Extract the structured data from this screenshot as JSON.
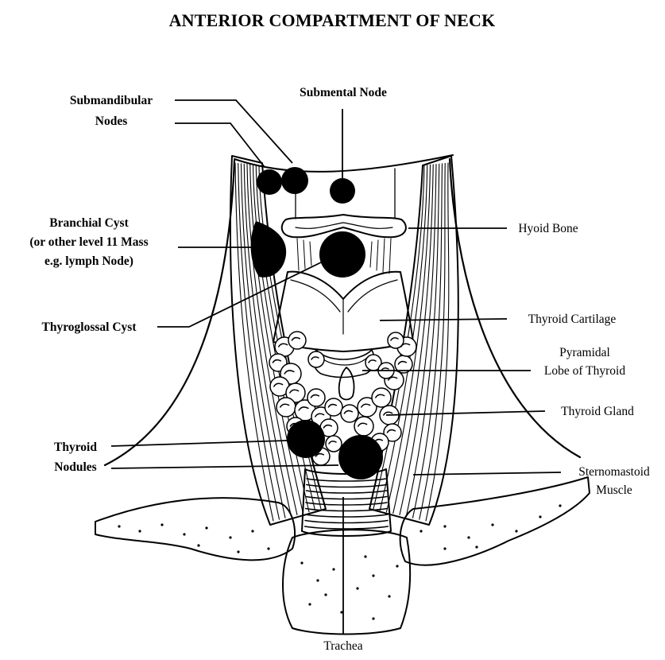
{
  "title": "ANTERIOR COMPARTMENT OF NECK",
  "labels": {
    "submandibular_1": "Submandibular",
    "submandibular_2": "Nodes",
    "submental": "Submental Node",
    "branchial_1": "Branchial Cyst",
    "branchial_2": "(or other level 11 Mass",
    "branchial_3": "e.g. lymph Node)",
    "thyroglossal": "Thyroglossal Cyst",
    "thyroid_nodules_1": "Thyroid",
    "thyroid_nodules_2": "Nodules",
    "hyoid": "Hyoid Bone",
    "thyroid_cartilage": "Thyroid Cartilage",
    "pyramidal_1": "Pyramidal",
    "pyramidal_2": "Lobe of Thyroid",
    "thyroid_gland": "Thyroid Gland",
    "sternomastoid_1": "Sternomastoid",
    "sternomastoid_2": "Muscle",
    "trachea": "Trachea"
  }
}
